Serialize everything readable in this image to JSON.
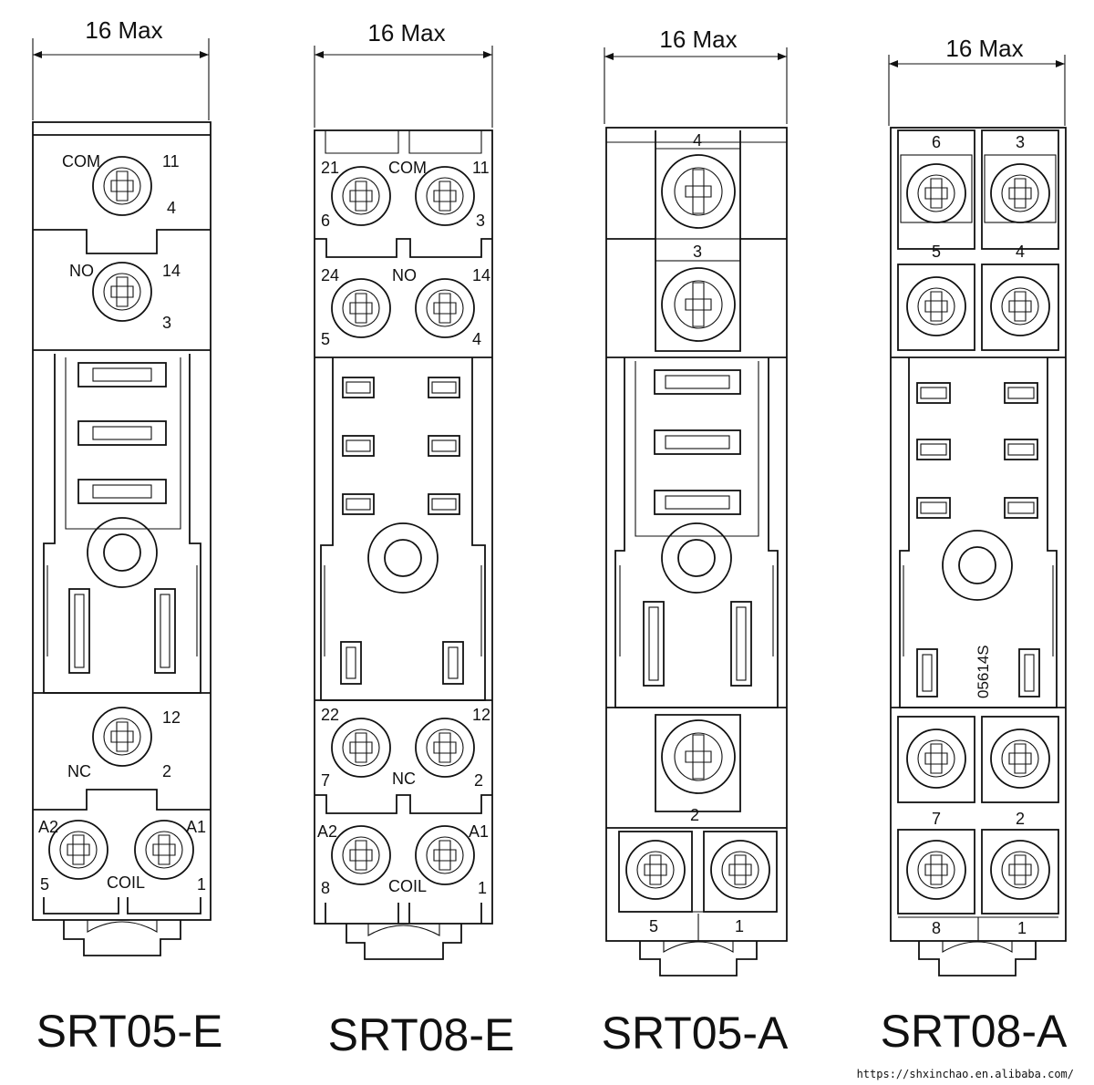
{
  "dimension_label": "16 Max",
  "footer_url": "https://shxinchao.en.alibaba.com/",
  "sockets": [
    {
      "model": "SRT05-E",
      "labels": {
        "com": "COM",
        "t11": "11",
        "t4": "4",
        "no": "NO",
        "t14": "14",
        "t3": "3",
        "t12": "12",
        "nc": "NC",
        "t2": "2",
        "a2": "A2",
        "a1": "A1",
        "t5": "5",
        "coil": "COIL",
        "t1": "1"
      }
    },
    {
      "model": "SRT08-E",
      "labels": {
        "t21": "21",
        "com": "COM",
        "t11": "11",
        "t6": "6",
        "t3": "3",
        "t24": "24",
        "no": "NO",
        "t14": "14",
        "t5": "5",
        "t4": "4",
        "t22": "22",
        "t12": "12",
        "t7": "7",
        "nc": "NC",
        "t2": "2",
        "a2": "A2",
        "a1": "A1",
        "t8": "8",
        "coil": "COIL",
        "t1": "1"
      }
    },
    {
      "model": "SRT05-A",
      "labels": {
        "t4": "4",
        "t3": "3",
        "t2": "2",
        "t5": "5",
        "t1": "1"
      }
    },
    {
      "model": "SRT08-A",
      "labels": {
        "t6": "6",
        "t3": "3",
        "t5": "5",
        "t4": "4",
        "code": "05614S",
        "t7": "7",
        "t2": "2",
        "t8": "8",
        "t1": "1"
      }
    }
  ]
}
